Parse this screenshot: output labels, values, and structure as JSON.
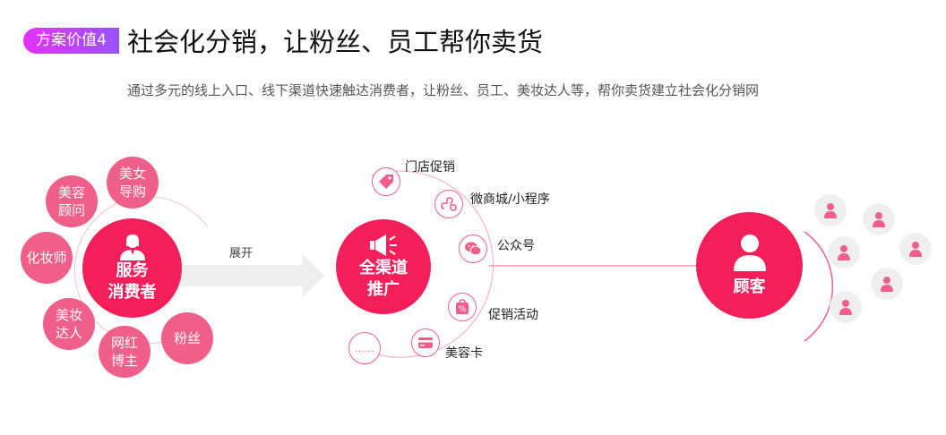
{
  "header": {
    "badge": "方案价值4",
    "title": "社会化分销，让粉丝、员工帮你卖货",
    "description": "通过多元的线上入口、线下渠道快速触达消费者，让粉丝、员工、美妆达人等，帮你卖货建立社会化分销网"
  },
  "left": {
    "center_label_line1": "服务",
    "center_label_line2": "消费者",
    "roles": [
      {
        "line1": "美女",
        "line2": "导购"
      },
      {
        "line1": "美容",
        "line2": "顾问"
      },
      {
        "line1": "化妆师",
        "line2": ""
      },
      {
        "line1": "美妆",
        "line2": "达人"
      },
      {
        "line1": "网红",
        "line2": "博主"
      },
      {
        "line1": "粉丝",
        "line2": ""
      }
    ]
  },
  "arrow": {
    "label": "展开"
  },
  "middle": {
    "center_label_line1": "全渠道",
    "center_label_line2": "推广",
    "channels": [
      {
        "label": "门店促销",
        "icon": "tag-icon"
      },
      {
        "label": "微商城/小程序",
        "icon": "mini-program-icon"
      },
      {
        "label": "公众号",
        "icon": "wechat-icon"
      },
      {
        "label": "促销活动",
        "icon": "discount-bag-icon"
      },
      {
        "label": "美容卡",
        "icon": "card-icon"
      }
    ],
    "more": "……"
  },
  "right": {
    "center_label": "顾客"
  },
  "colors": {
    "primary": "#f21f5a",
    "secondary": "#f05f89",
    "badge_start": "#e531ff",
    "badge_end": "#9a52ff"
  }
}
